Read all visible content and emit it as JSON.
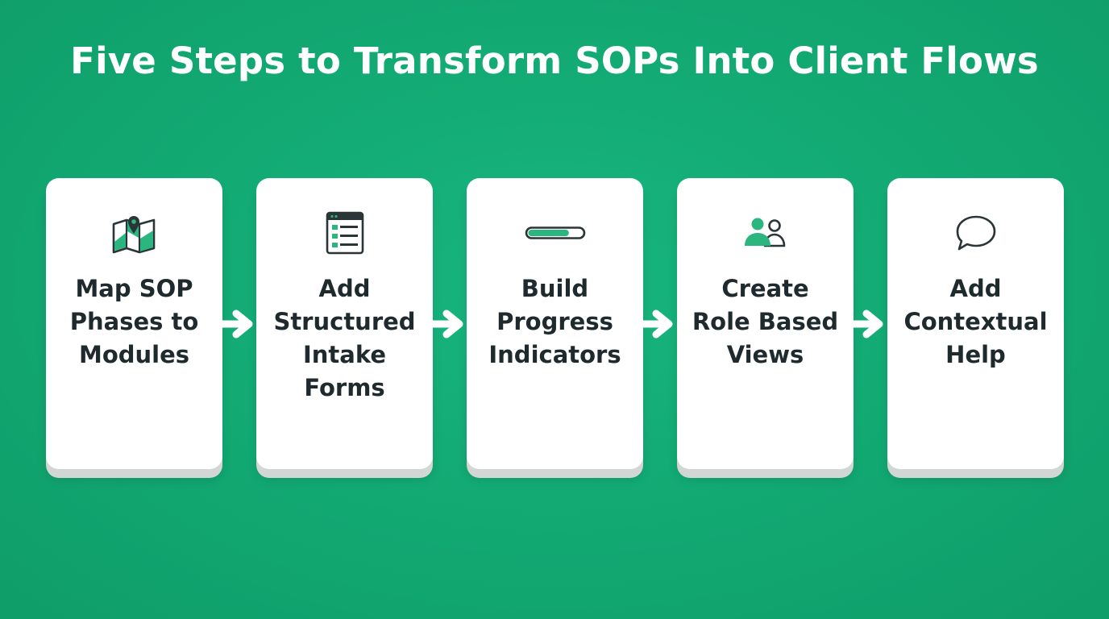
{
  "title": "Five Steps to Transform SOPs Into Client Flows",
  "colors": {
    "background": "#12a872",
    "card": "#ffffff",
    "text": "#1f2a2e",
    "accent": "#1db07a",
    "icon_stroke": "#2b3436"
  },
  "steps": [
    {
      "icon": "map-pin-icon",
      "lines": [
        "Map SOP",
        "Phases to",
        "Modules"
      ]
    },
    {
      "icon": "form-list-icon",
      "lines": [
        "Add",
        "Structured",
        "Intake",
        "Forms"
      ]
    },
    {
      "icon": "progress-bar-icon",
      "progress": 0.75,
      "lines": [
        "Build",
        "Progress",
        "Indicators"
      ]
    },
    {
      "icon": "users-icon",
      "lines": [
        "Create",
        "Role Based",
        "Views"
      ]
    },
    {
      "icon": "chat-bubble-icon",
      "lines": [
        "Add",
        "Contextual",
        "Help"
      ]
    }
  ]
}
